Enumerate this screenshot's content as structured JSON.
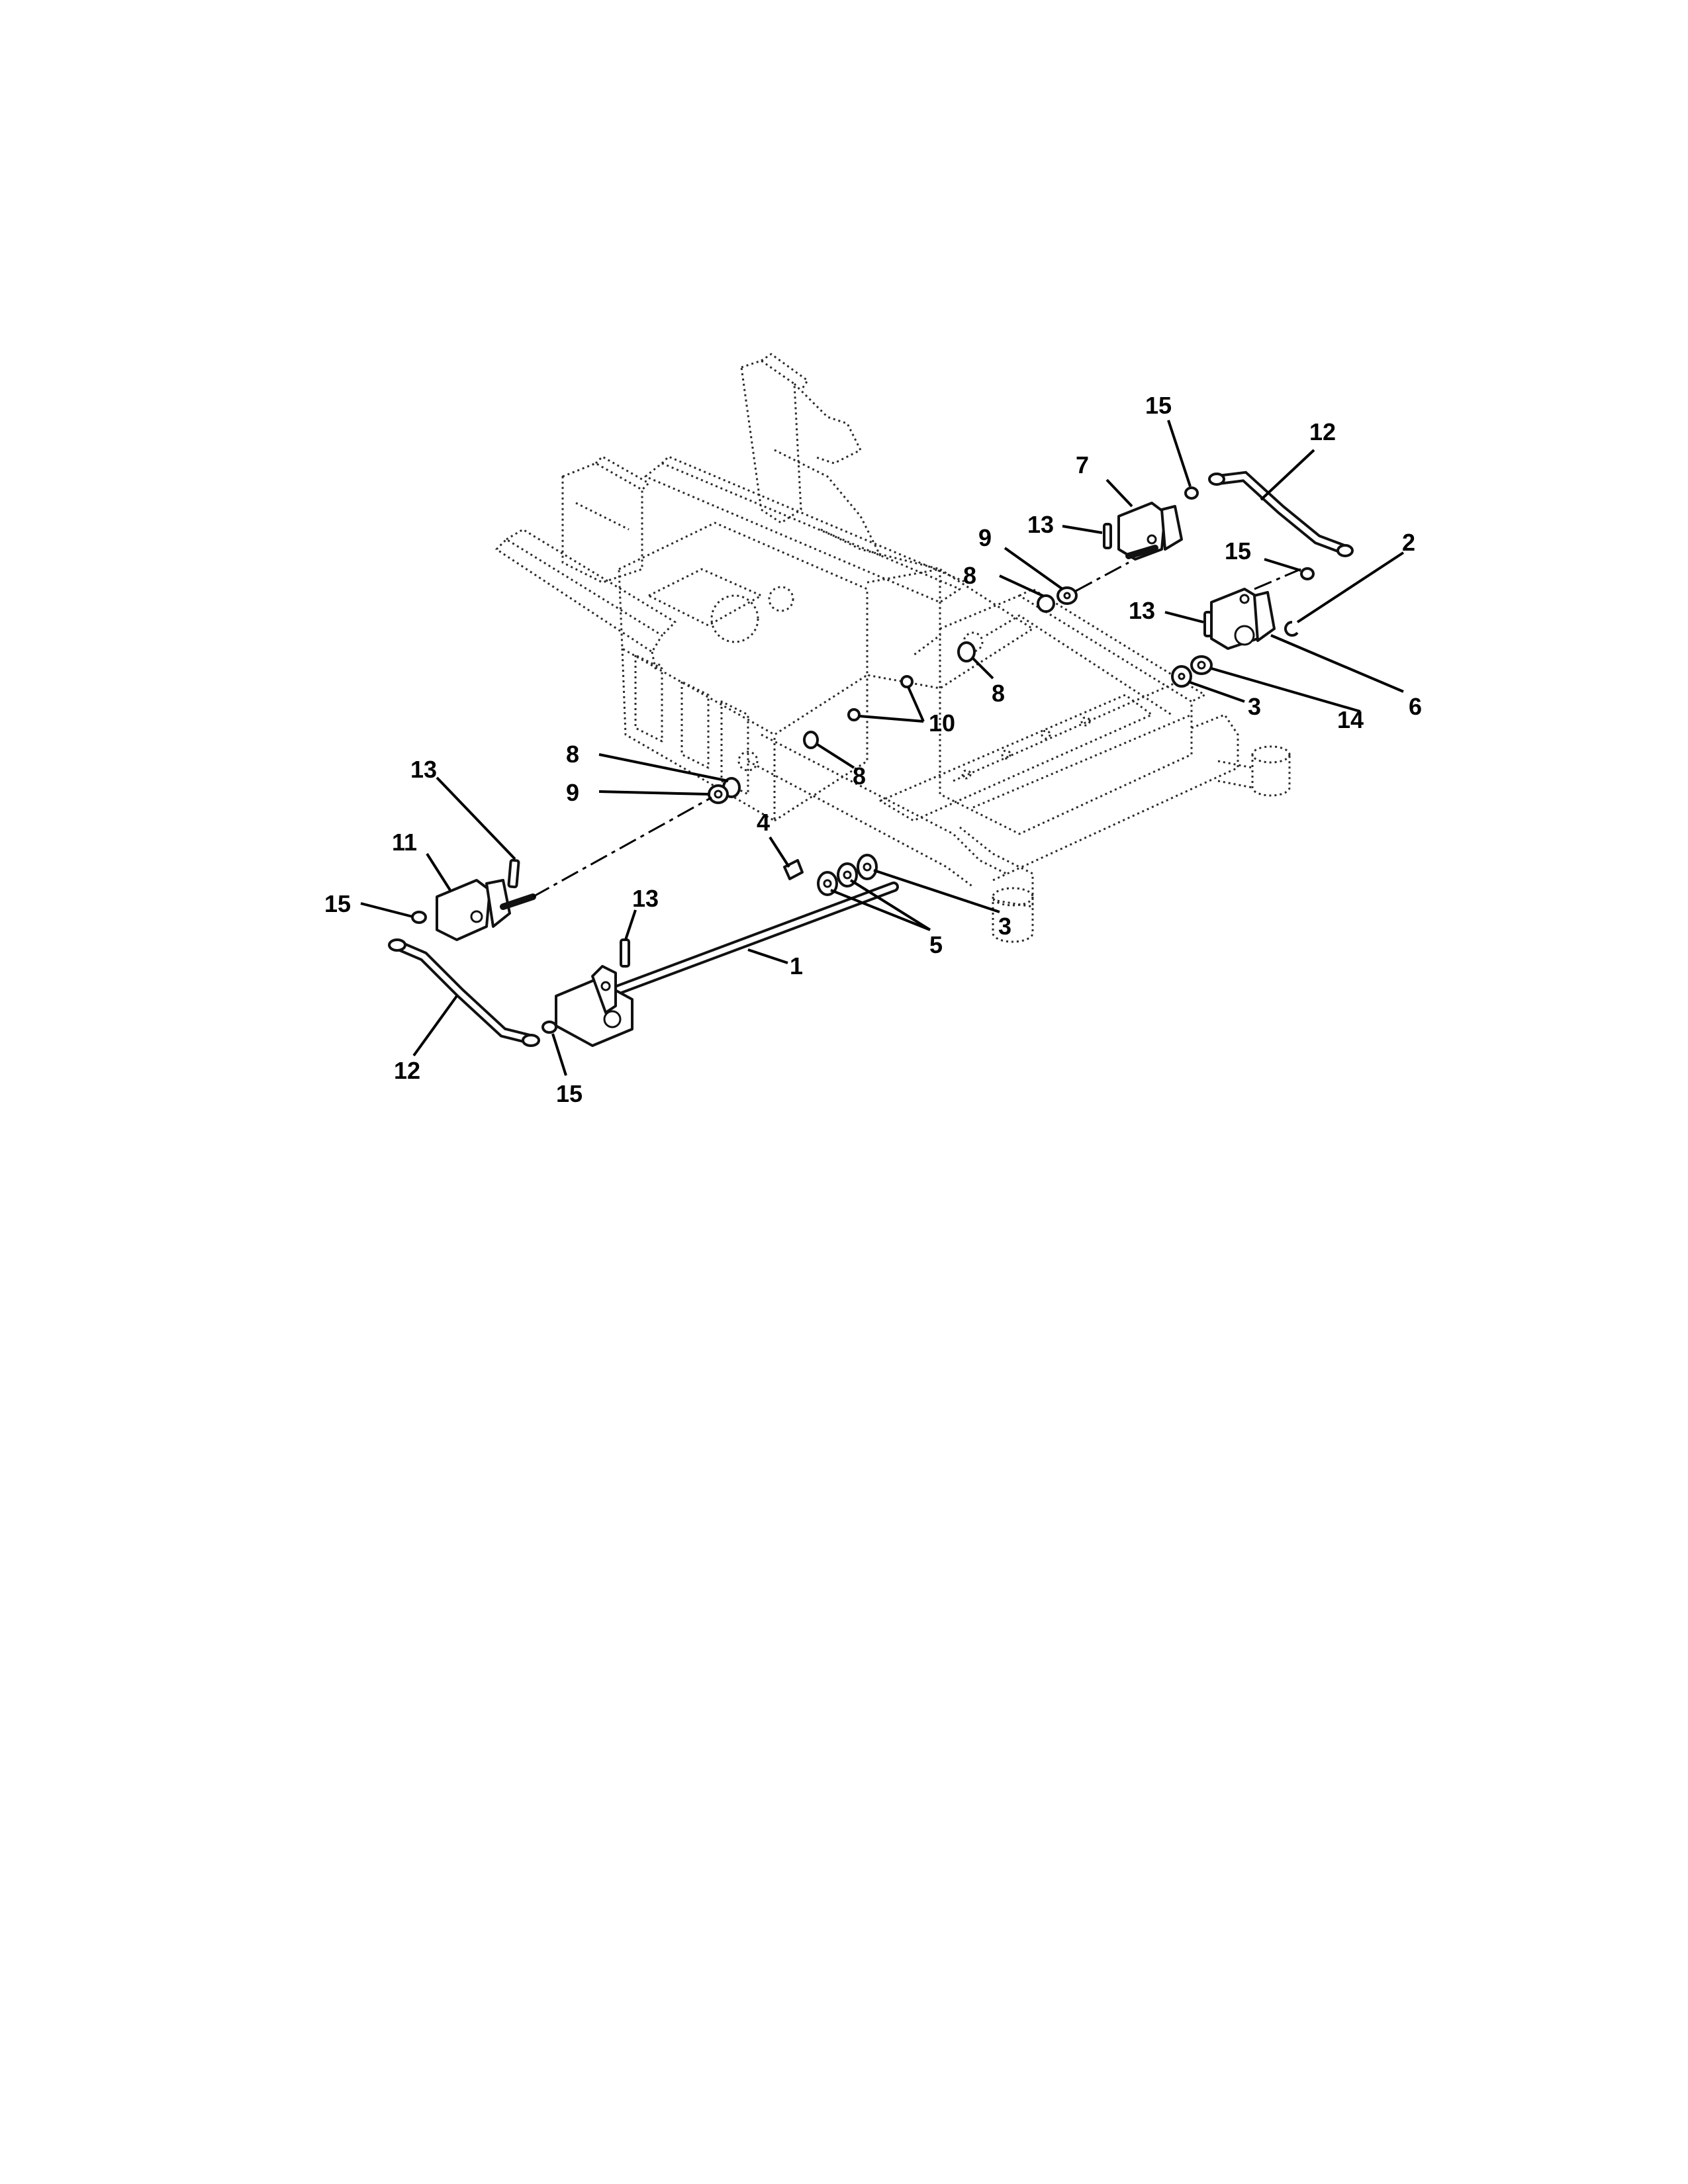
{
  "callouts": {
    "c1": "1",
    "c2": "2",
    "c3a": "3",
    "c3b": "3",
    "c4": "4",
    "c5": "5",
    "c6": "6",
    "c7": "7",
    "c8a": "8",
    "c8b": "8",
    "c8c": "8",
    "c8d": "8",
    "c9a": "9",
    "c9b": "9",
    "c10": "10",
    "c11": "11",
    "c12a": "12",
    "c12b": "12",
    "c13a": "13",
    "c13b": "13",
    "c13c": "13",
    "c14": "14",
    "c15a": "15",
    "c15b": "15",
    "c15c": "15",
    "c15d": "15"
  }
}
